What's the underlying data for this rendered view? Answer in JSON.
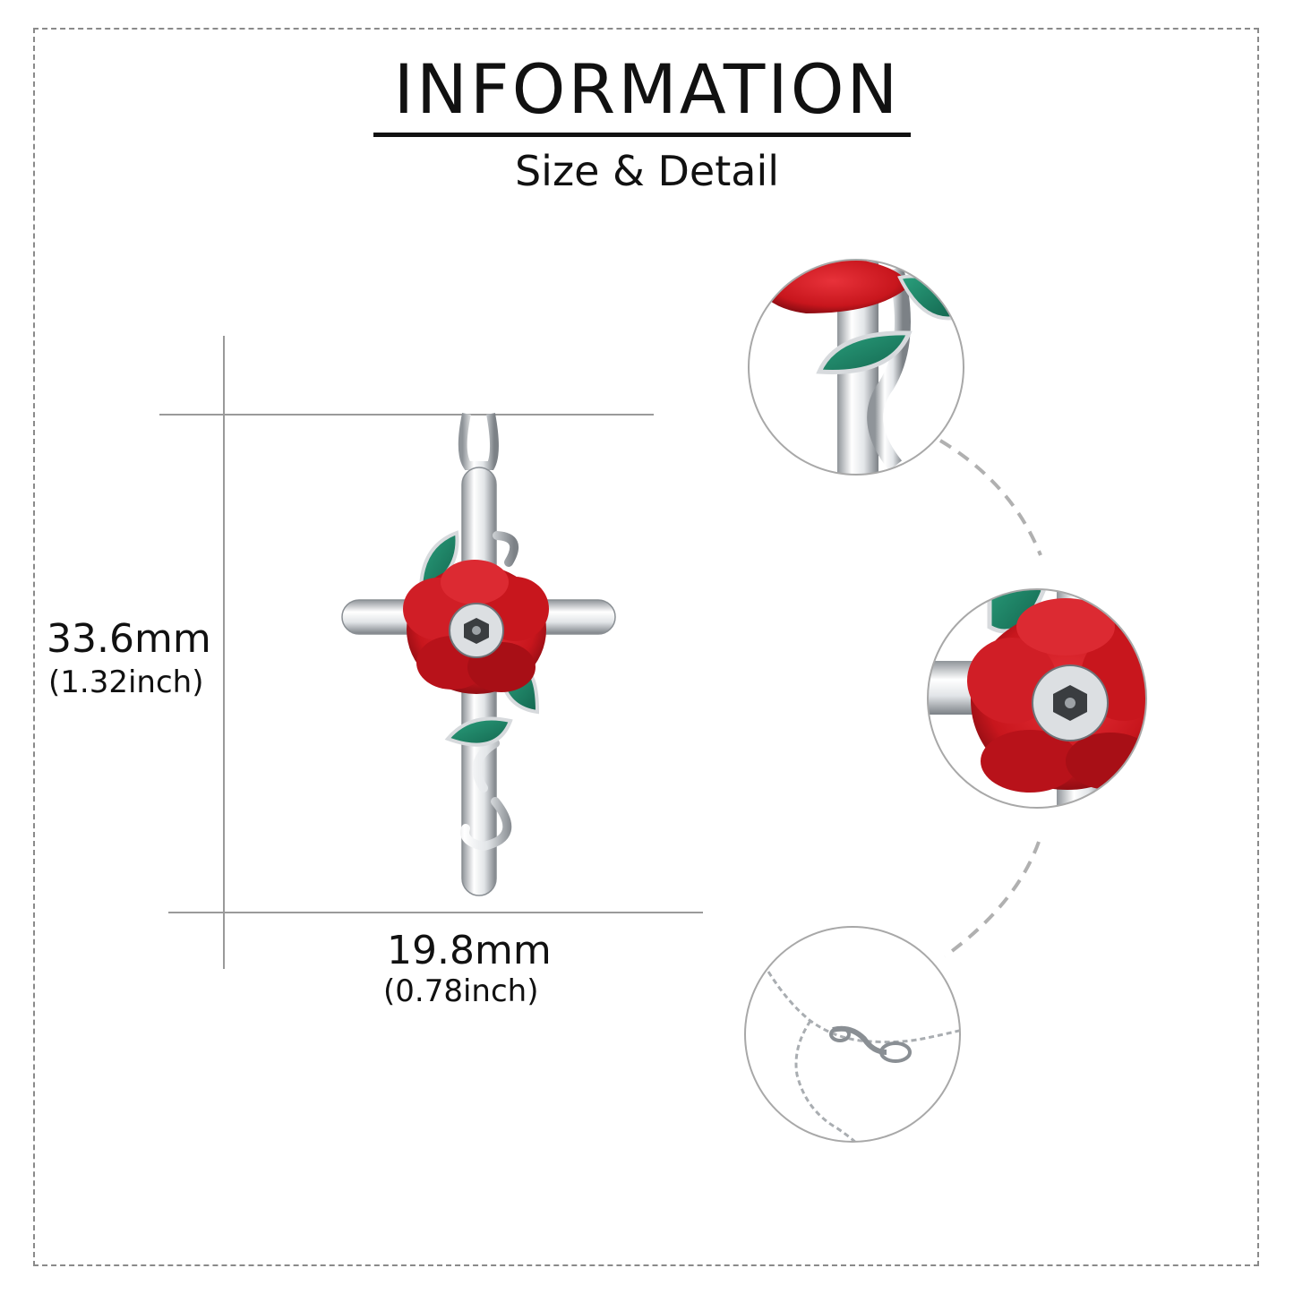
{
  "header": {
    "title": "INFORMATION",
    "subtitle": "Size & Detail"
  },
  "dimensions": {
    "height_mm": "33.6mm",
    "height_inch": "(1.32inch)",
    "width_mm": "19.8mm",
    "width_inch": "(0.78inch)"
  },
  "colors": {
    "petal": "#c8161d",
    "petal_dark": "#8e0b12",
    "leaf": "#1f8a6a",
    "metal": "#d9dcdf",
    "border": "#8a8a8a"
  }
}
